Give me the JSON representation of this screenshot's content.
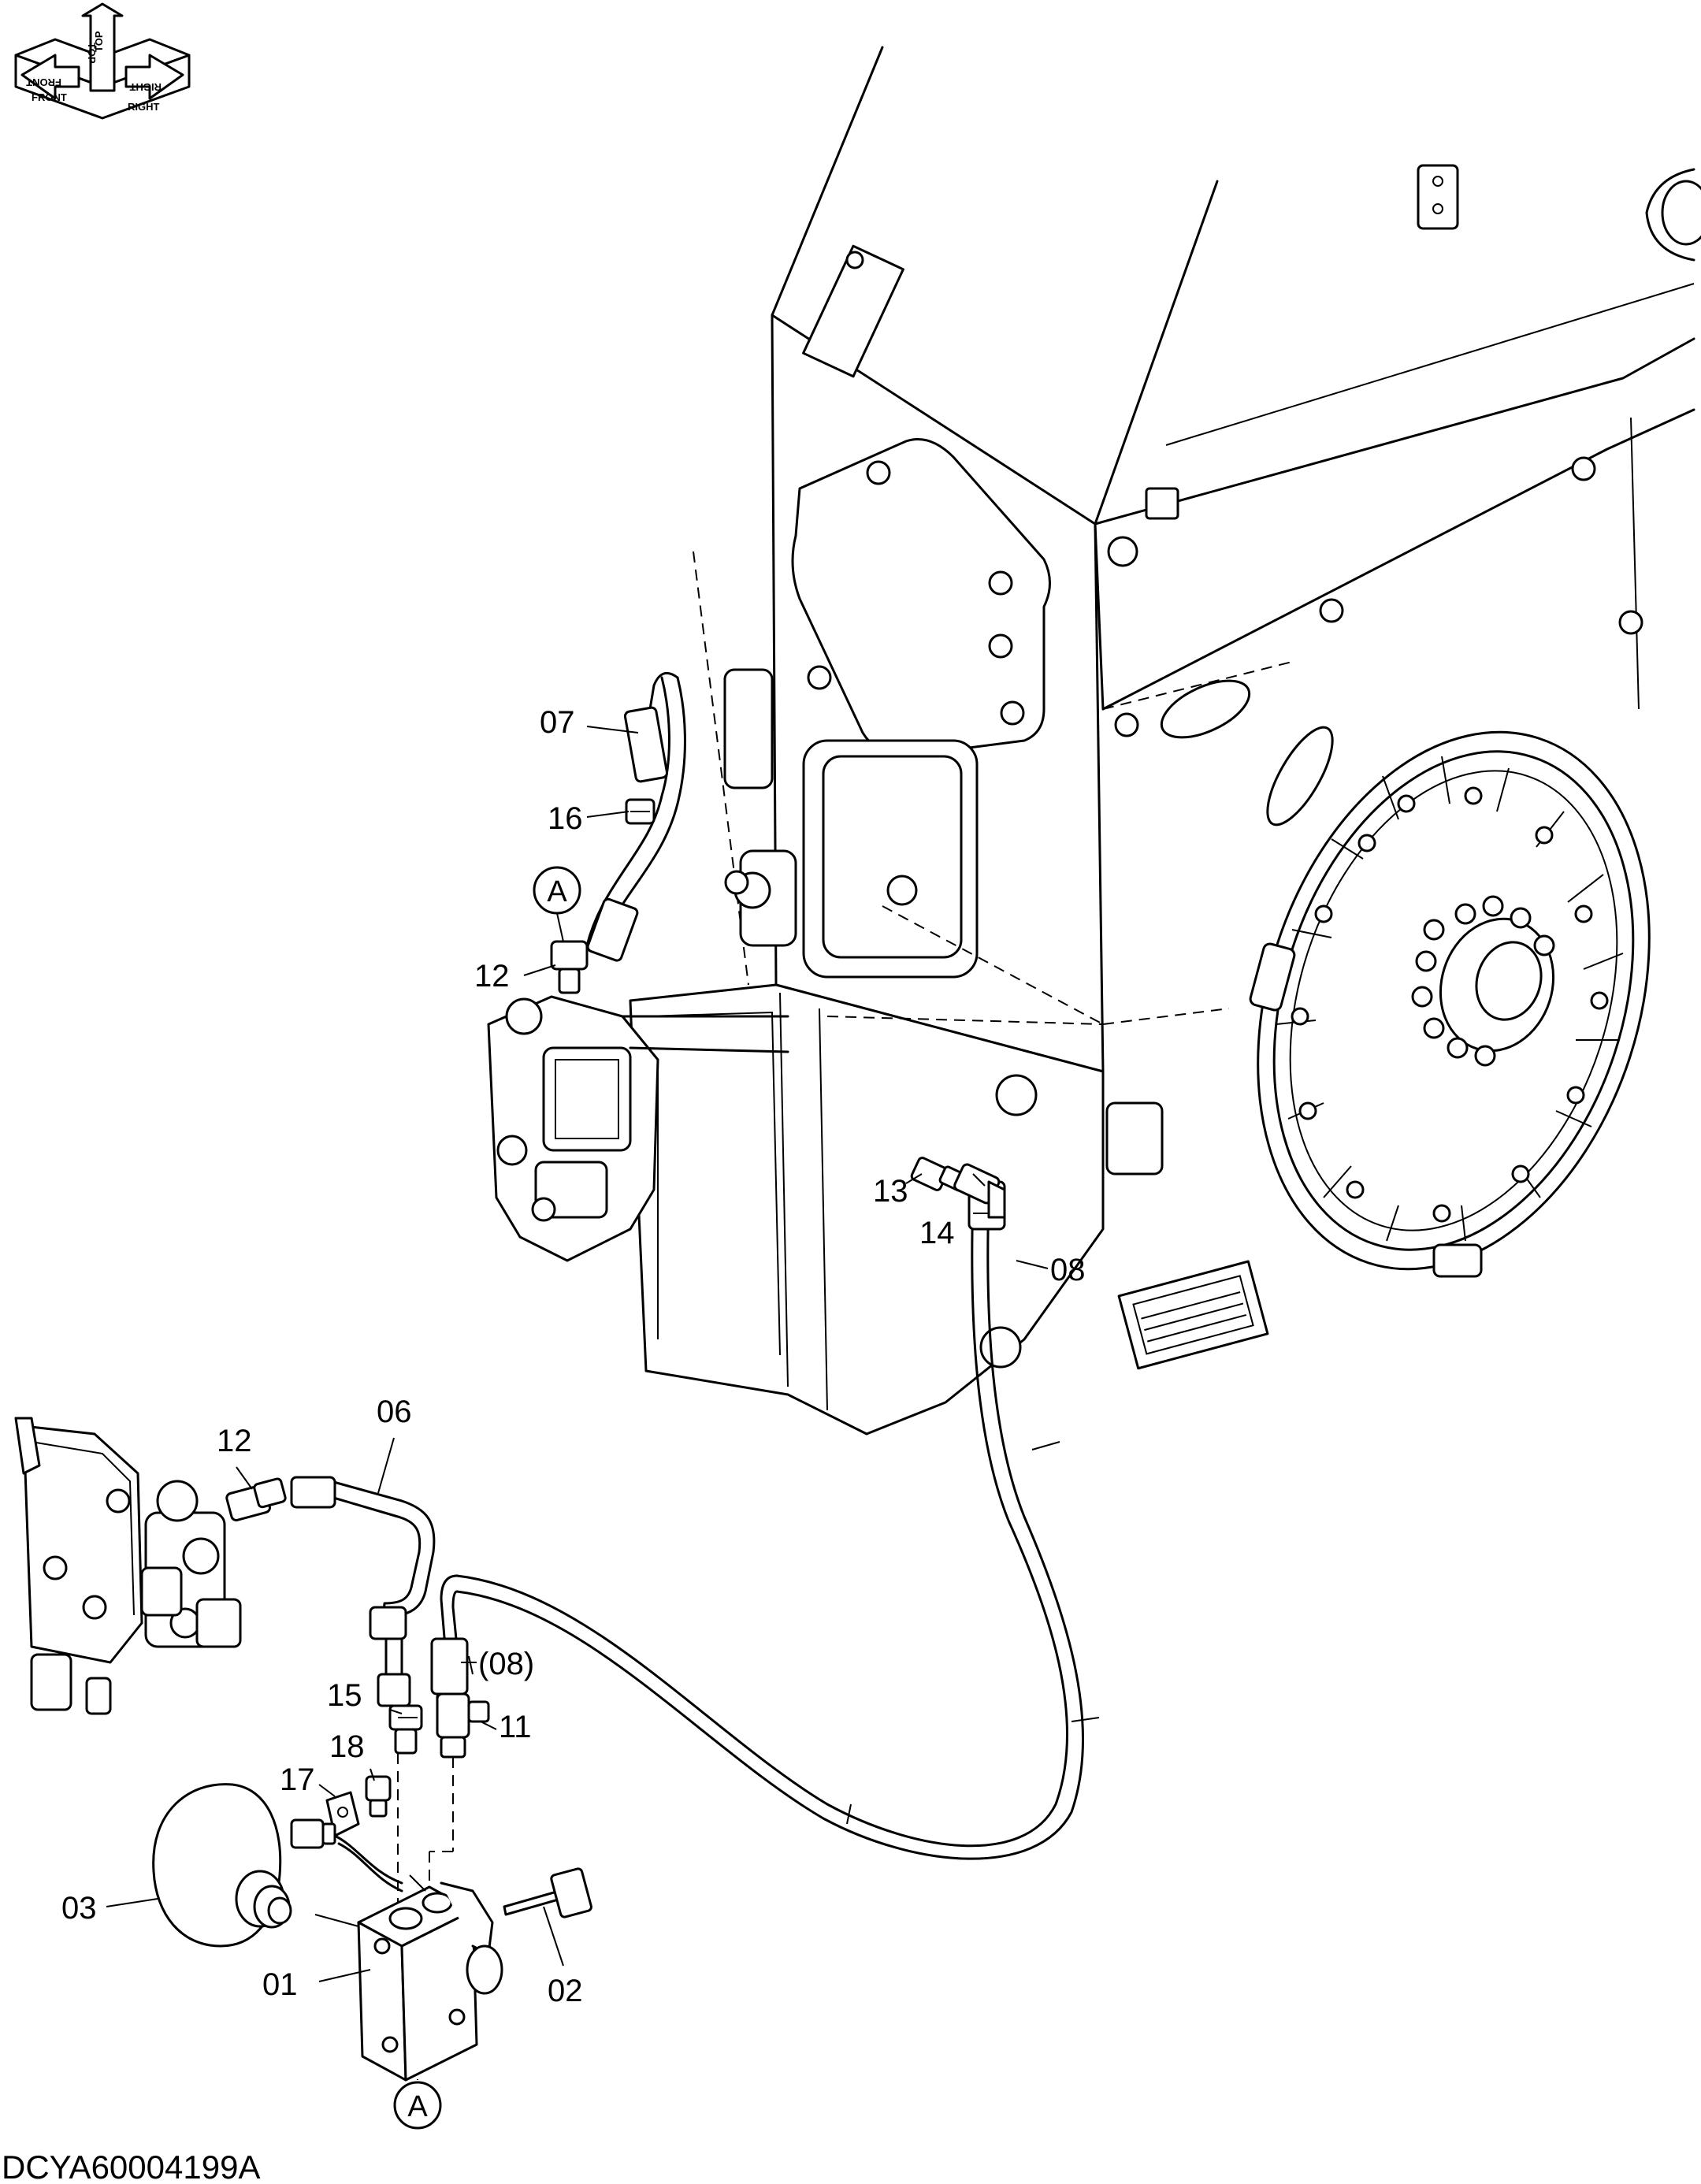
{
  "orientation": {
    "front": "FRONT",
    "top": "TOP",
    "right": "RIGHT",
    "front_mirror": "FRONT",
    "top_mirror": "TOP",
    "right_mirror": "RIGHT"
  },
  "callouts": {
    "p01": "01",
    "p02": "02",
    "p03": "03",
    "p06": "06",
    "p07": "07",
    "p08": "08",
    "p08_ref": "(08)",
    "p11": "11",
    "p12_upper": "12",
    "p12_lower": "12",
    "p13": "13",
    "p14": "14",
    "p15": "15",
    "p16": "16",
    "p17": "17",
    "p18": "18"
  },
  "connection_marks": {
    "upper": "A",
    "lower": "A"
  },
  "drawing_code": "DCYA60004199A"
}
